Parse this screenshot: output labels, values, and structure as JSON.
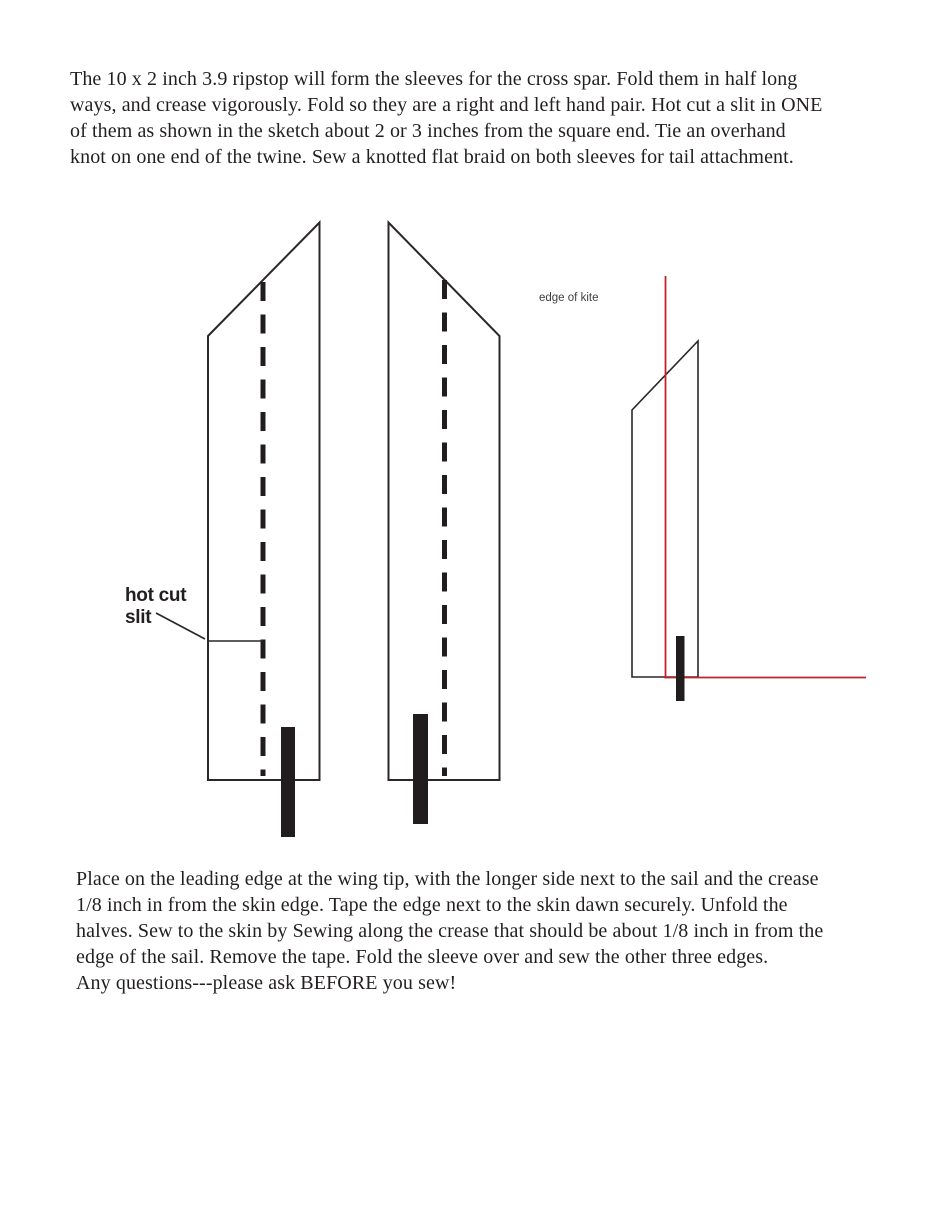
{
  "page": {
    "background": "#ffffff",
    "intro_paragraph": {
      "lines": [
        "The 10 x 2 inch 3.9 ripstop will form the sleeves for the cross spar. Fold them in half long",
        "ways, and crease vigorously. Fold so they are a right and left hand pair. Hot cut a slit in ONE",
        "of them as shown in the sketch about 2 or 3 inches from the square end. Tie an overhand",
        "knot on one end of the twine. Sew a knotted flat braid on both sleeves for tail attachment."
      ]
    },
    "instructions_paragraph": {
      "lines": [
        "Place on the leading edge at the wing tip, with the longer side next to the sail and the crease",
        "1/8 inch in from the skin edge. Tape the edge next to the skin dawn securely. Unfold the",
        "halves. Sew to the skin by Sewing along the crease that should be about 1/8 inch in from the",
        "edge of the sail. Remove the tape. Fold the sleeve over and sew the other three edges.",
        "Any questions---please ask BEFORE you sew!"
      ]
    },
    "diagram": {
      "labels": {
        "hot_cut_slit": [
          "hot cut",
          "slit"
        ],
        "edge_of_kite": "edge of kite"
      },
      "colors": {
        "outline": "#2b2728",
        "crease_dash": "#211d1e",
        "spar_bar": "#211d1e",
        "slit_line": "#2b2728",
        "kite_edge_red": "#be232a"
      }
    }
  }
}
